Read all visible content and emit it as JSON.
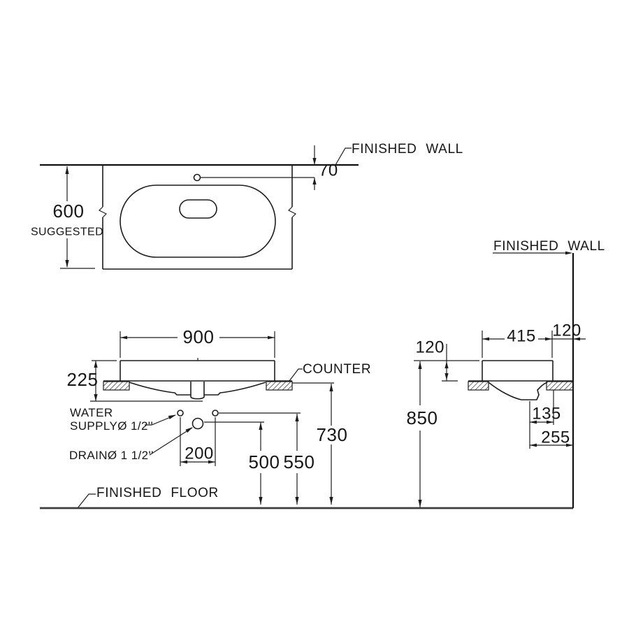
{
  "drawing_labels": {
    "finished_wall": "FINISHED WALL",
    "finished_floor": "FINISHED FLOOR",
    "counter": "COUNTER",
    "suggested": "SUGGESTED",
    "water_supply_line1": "WATER",
    "water_supply_line2": "SUPPLYØ 1/2''",
    "drain": "DRAINØ 1 1/2''"
  },
  "dimensions": {
    "top_view": {
      "counter_depth_suggested": "600",
      "faucet_hole_to_wall": "70"
    },
    "front_view": {
      "basin_width": "900",
      "basin_height": "225",
      "supply_holes_spacing": "200",
      "drain_height_from_floor": "500",
      "supply_height_from_floor": "550",
      "counter_top_height": "730"
    },
    "side_view": {
      "basin_depth": "415",
      "basin_back_to_wall": "120",
      "rim_above_counter": "120",
      "rim_top_height": "850",
      "drain_to_basin_back": "135",
      "drain_to_wall": "255"
    }
  }
}
